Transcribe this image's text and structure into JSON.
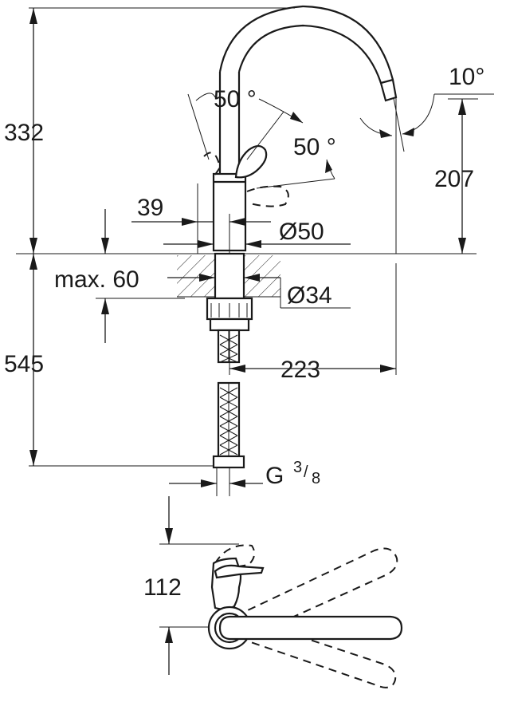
{
  "dimensions": {
    "total_height_above": "332",
    "spout_height": "207",
    "angle_top": "10°",
    "lever_angle_1": "50 °",
    "lever_angle_2": "50 °",
    "body_offset": "39",
    "body_diameter": "Ø50",
    "max_deck": "max. 60",
    "hole_diameter": "Ø34",
    "below_height": "545",
    "spout_reach": "223",
    "thread_prefix": "G",
    "thread_num": "3",
    "thread_den": "8",
    "side_height": "112"
  }
}
